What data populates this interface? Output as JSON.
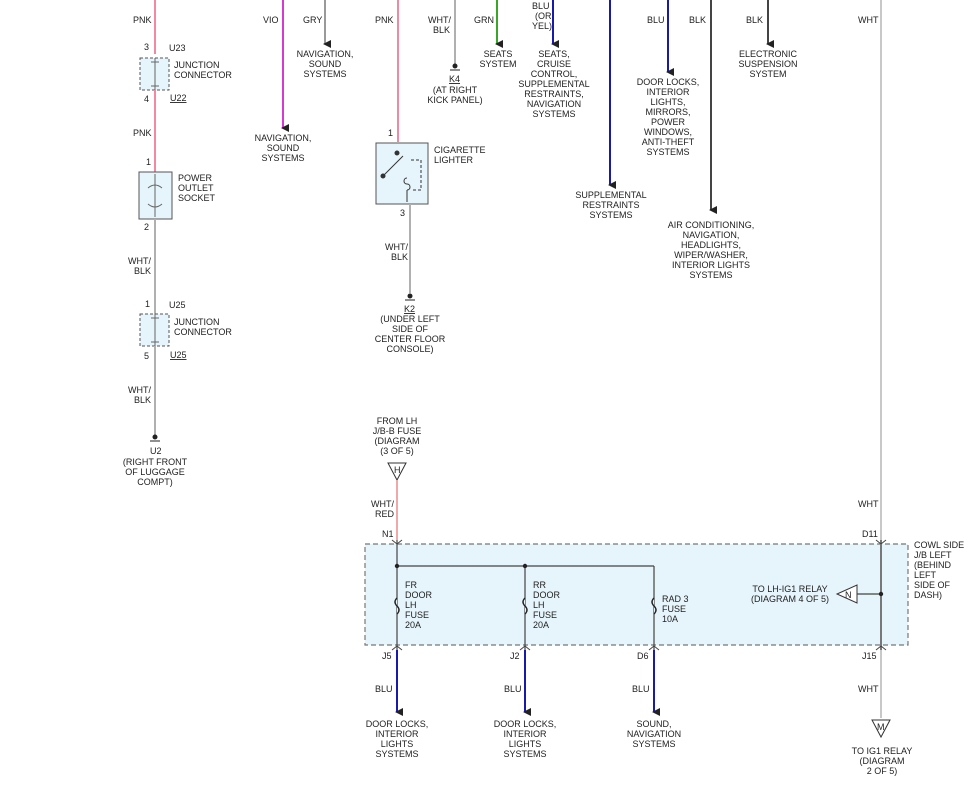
{
  "colors": {
    "pnk": "#f08aa4",
    "vio": "#d43bd0",
    "gry": "#9a9a9a",
    "grn": "#3aa628",
    "blu": "#1a1aa8",
    "blk": "#444444",
    "wht": "#c8c8c8",
    "whtblk": "#b0b0b0",
    "whtred": "#f0a8a8",
    "box_fill": "#e6f4fb",
    "box_stroke": "#777777"
  },
  "top": {
    "wire_pnk_1": "PNK",
    "wire_vio": "VIO",
    "wire_gry": "GRY",
    "wire_pnk_2": "PNK",
    "wire_whtblk_top": [
      "WHT/",
      "BLK"
    ],
    "wire_grn": "GRN",
    "wire_blu_or_yel": [
      "BLU",
      "(OR",
      "YEL)"
    ],
    "wire_blu_2": "BLU",
    "wire_blk_1": "BLK",
    "wire_blk_2": "BLK",
    "wire_wht_top": "WHT"
  },
  "destinations": {
    "nav_sound_1": [
      "NAVIGATION,",
      "SOUND",
      "SYSTEMS"
    ],
    "nav_sound_2": [
      "NAVIGATION,",
      "SOUND",
      "SYSTEMS"
    ],
    "k4": "K4",
    "k4_location": [
      "(AT RIGHT",
      "KICK PANEL)"
    ],
    "seats": [
      "SEATS",
      "SYSTEM"
    ],
    "seats_cruise": [
      "SEATS,",
      "CRUISE",
      "CONTROL,",
      "SUPPLEMENTAL",
      "RESTRAINTS,",
      "NAVIGATION",
      "SYSTEMS"
    ],
    "supplemental": [
      "SUPPLEMENTAL",
      "RESTRAINTS",
      "SYSTEMS"
    ],
    "door_locks_long": [
      "DOOR LOCKS,",
      "INTERIOR",
      "LIGHTS,",
      "MIRRORS,",
      "POWER",
      "WINDOWS,",
      "ANTI-THEFT",
      "SYSTEMS"
    ],
    "air_cond": [
      "AIR CONDITIONING,",
      "NAVIGATION,",
      "HEADLIGHTS,",
      "WIPER/WASHER,",
      "INTERIOR LIGHTS",
      "SYSTEMS"
    ],
    "electronic_susp": [
      "ELECTRONIC",
      "SUSPENSION",
      "SYSTEM"
    ]
  },
  "left_column": {
    "pin_3": "3",
    "pin_4": "4",
    "u23": "U23",
    "u22": "U22",
    "junction_1": [
      "JUNCTION",
      "CONNECTOR"
    ],
    "wire_pnk_mid": "PNK",
    "pin_1a": "1",
    "pin_2a": "2",
    "power_outlet": [
      "POWER",
      "OUTLET",
      "SOCKET"
    ],
    "wire_whtblk_1": [
      "WHT/",
      "BLK"
    ],
    "pin_1b": "1",
    "pin_5": "5",
    "u25a": "U25",
    "u25b": "U25",
    "junction_2": [
      "JUNCTION",
      "CONNECTOR"
    ],
    "wire_whtblk_2": [
      "WHT/",
      "BLK"
    ],
    "u2": "U2",
    "u2_location": [
      "(RIGHT FRONT",
      "OF LUGGAGE",
      "COMPT)"
    ]
  },
  "lighter": {
    "pin_1": "1",
    "pin_3": "3",
    "label": [
      "CIGARETTE",
      "LIGHTER"
    ],
    "wire_whtblk": [
      "WHT/",
      "BLK"
    ],
    "k2": "K2",
    "k2_location": [
      "(UNDER LEFT",
      "SIDE OF",
      "CENTER FLOOR",
      "CONSOLE)"
    ]
  },
  "fuse_box": {
    "from_lh": [
      "FROM LH",
      "J/B-B FUSE",
      "(DIAGRAM",
      "(3 OF 5)"
    ],
    "connector_h": "H",
    "wire_whtred": [
      "WHT/",
      "RED"
    ],
    "n1": "N1",
    "fuse_1": [
      "FR",
      "DOOR",
      "LH",
      "FUSE",
      "20A"
    ],
    "fuse_2": [
      "RR",
      "DOOR",
      "LH",
      "FUSE",
      "20A"
    ],
    "fuse_3": [
      "RAD 3",
      "FUSE",
      "10A"
    ],
    "relay_to": [
      "TO LH-IG1 RELAY",
      "(DIAGRAM 4 OF 5)"
    ],
    "connector_n": "N",
    "wire_wht_right": "WHT",
    "d11": "D11",
    "j15": "J15",
    "cowl_side": [
      "COWL SIDE",
      "J/B LEFT",
      "(BEHIND",
      "LEFT",
      "SIDE OF",
      "DASH)"
    ],
    "j5": "J5",
    "j2": "J2",
    "d6": "D6",
    "wire_blu_1": "BLU",
    "wire_blu_2": "BLU",
    "wire_blu_3": "BLU",
    "wire_wht_bottom": "WHT",
    "dest_1": [
      "DOOR LOCKS,",
      "INTERIOR",
      "LIGHTS",
      "SYSTEMS"
    ],
    "dest_2": [
      "DOOR LOCKS,",
      "INTERIOR",
      "LIGHTS",
      "SYSTEMS"
    ],
    "dest_3": [
      "SOUND,",
      "NAVIGATION",
      "SYSTEMS"
    ],
    "connector_m": "M",
    "dest_4": [
      "TO IG1 RELAY",
      "(DIAGRAM",
      "2 OF 5)"
    ]
  }
}
